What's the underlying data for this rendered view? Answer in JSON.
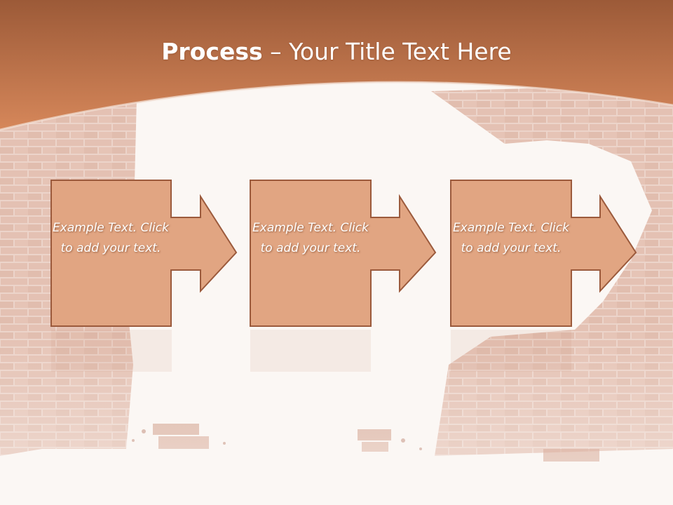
{
  "slide": {
    "title_bold": "Process",
    "title_rest": " – Your Title Text Here",
    "steps": [
      {
        "text": "Example Text. Click  to add your text."
      },
      {
        "text": "Example Text. Click  to add your text."
      },
      {
        "text": "Example Text. Click  to add your text."
      }
    ]
  },
  "colors": {
    "header": "#c7774c",
    "box_fill": "#e1a582",
    "box_border": "#9b5a3c",
    "brick": "#c98a72",
    "background": "#fbf7f4"
  }
}
